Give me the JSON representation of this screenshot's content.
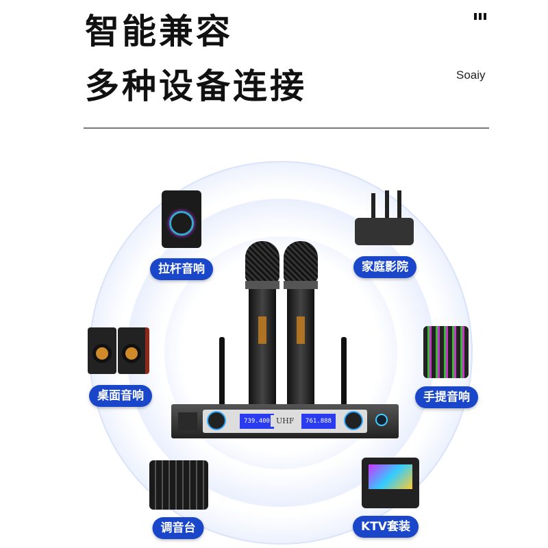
{
  "header": {
    "title_line1": "智能兼容",
    "title_line2": "多种设备连接",
    "brand": "Soaiy"
  },
  "receiver": {
    "channel_a": "739.400",
    "channel_b": "761.888",
    "panel_label": "UHF"
  },
  "devices": [
    {
      "label": "拉杆音响",
      "icon": "trolley-speaker-icon"
    },
    {
      "label": "家庭影院",
      "icon": "home-theater-icon"
    },
    {
      "label": "桌面音响",
      "icon": "desktop-speakers-icon"
    },
    {
      "label": "手提音响",
      "icon": "portable-speaker-icon"
    },
    {
      "label": "调音台",
      "icon": "mixer-icon"
    },
    {
      "label": "KTV套装",
      "icon": "ktv-set-icon"
    }
  ],
  "colors": {
    "accent": "#1a47c9",
    "ring": "#dce6fb"
  }
}
